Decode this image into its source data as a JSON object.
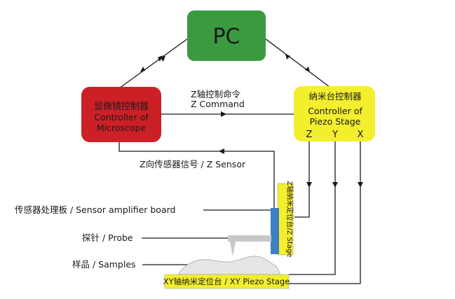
{
  "pc": {
    "label": "PC",
    "color": "#3a9a3f"
  },
  "microscope_controller": {
    "label_cn": "显微镜控制器",
    "label_en_1": "Controller of",
    "label_en_2": "Microscope",
    "color": "#cc2027"
  },
  "piezo_controller": {
    "label_cn": "纳米台控制器",
    "label_en_1": "Controller of",
    "label_en_2": "Piezo Stage",
    "axis_z": "Z",
    "axis_y": "Y",
    "axis_x": "X",
    "color": "#f3ee2e"
  },
  "z_command": {
    "label_cn": "Z轴控制命令",
    "label_en": "Z Command"
  },
  "z_sensor": {
    "label": "Z向传感器信号 / Z Sensor"
  },
  "sensor_board": {
    "label": "传感器处理板 / Sensor amplifier board",
    "color": "#3b7fc4"
  },
  "z_stage": {
    "label": "Z轴纳米定位台/Z Stage",
    "color": "#f3ee2e"
  },
  "probe": {
    "label": "探针 / Probe"
  },
  "samples": {
    "label": "样品 / Samples"
  },
  "xy_stage": {
    "label": "XY轴纳米定位台 / XY Piezo Stage",
    "color": "#f3ee2e"
  }
}
